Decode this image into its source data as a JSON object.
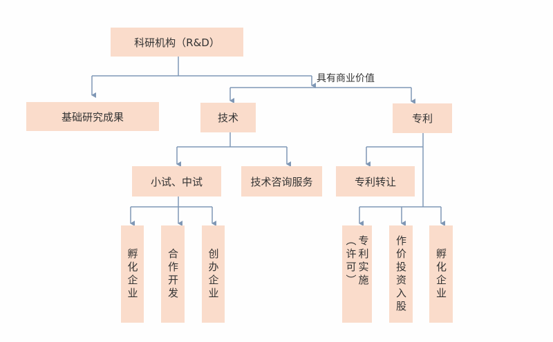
{
  "root": "科研机构（R&D）",
  "edge_label": "具有商业价值",
  "level1": {
    "basic": "基础研究成果",
    "tech": "技术",
    "patent": "专利"
  },
  "level2": {
    "trial": "小试、中试",
    "consulting": "技术咨询服务",
    "transfer": "专利转让"
  },
  "level3_left": [
    "孵化企业",
    "合作开发",
    "创办企业"
  ],
  "level3_right": {
    "license_line1": "专利实施",
    "license_line2": "（许可）",
    "equity": "作价投资入股",
    "incubate": "孵化企业"
  },
  "colors": {
    "box": "#fadccb",
    "line": "#7f97b5"
  }
}
